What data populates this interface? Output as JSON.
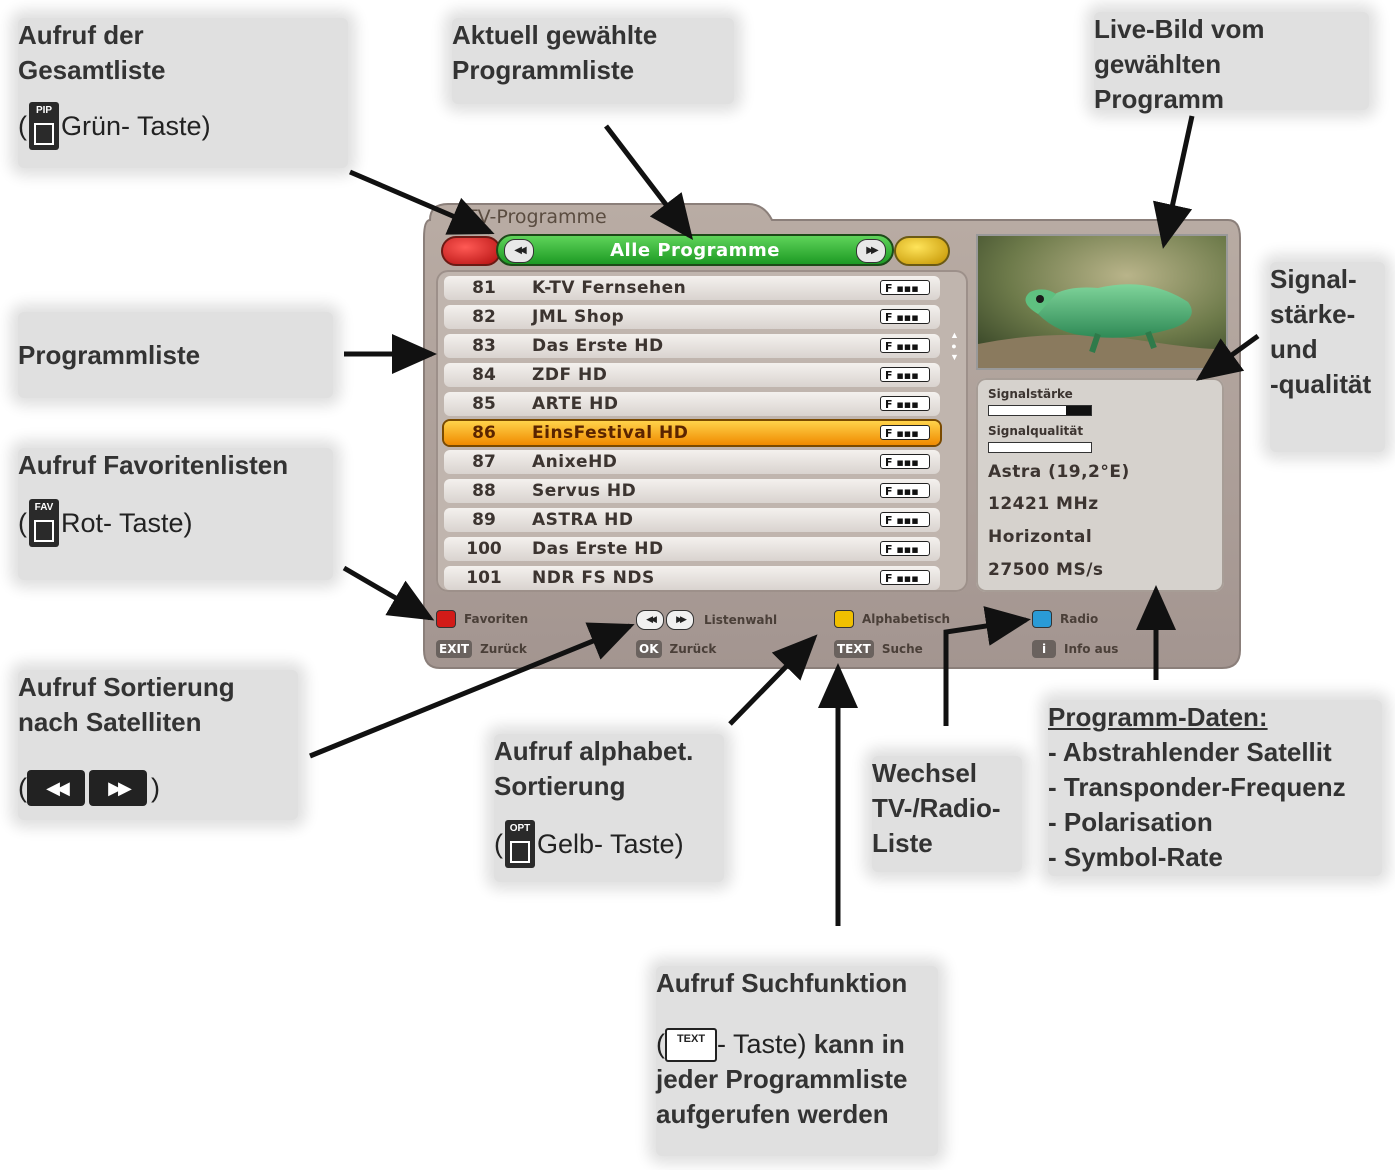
{
  "callouts": {
    "gesamtliste": {
      "line1": "Aufruf der",
      "line2": "Gesamtliste",
      "key_label": "PIP",
      "open": "(",
      "key_text": "Grün- Taste)"
    },
    "aktuelle_liste": {
      "line1": "Aktuell gewählte",
      "line2": "Programmliste"
    },
    "live_bild": {
      "line1": "Live-Bild vom",
      "line2": "gewählten",
      "line3": "Programm"
    },
    "programmliste": {
      "text": "Programmliste"
    },
    "signal": {
      "line1": "Signal-",
      "line2": "stärke-",
      "line3": "und",
      "line4": "-qualität"
    },
    "favoriten": {
      "line1": "Aufruf Favoritenlisten",
      "key_label": "FAV",
      "open": "(",
      "key_text": "Rot- Taste)"
    },
    "sortierung_sat": {
      "line1": "Aufruf Sortierung",
      "line2": "nach Satelliten",
      "open": "(",
      "close": ")"
    },
    "alphabet": {
      "line1": "Aufruf alphabet.",
      "line2": "Sortierung",
      "key_label": "OPT",
      "open": "(",
      "key_text": "Gelb- Taste)"
    },
    "wechsel": {
      "line1": "Wechsel",
      "line2": "TV-/Radio-",
      "line3": "Liste"
    },
    "programm_daten": {
      "heading": "Programm-Daten:",
      "items": [
        "- Abstrahlender Satellit",
        "- Transponder-Frequenz",
        "- Polarisation",
        "- Symbol-Rate"
      ]
    },
    "suche": {
      "line1": "Aufruf Suchfunktion",
      "open": "(",
      "key_label": "TEXT",
      "key_text": "- Taste)",
      "line2_bold": " kann in",
      "line3": "jeder Programmliste",
      "line4": "aufgerufen werden"
    }
  },
  "screen": {
    "title": "TV-Programme",
    "list_name": "Alle Programme",
    "channels": [
      {
        "num": "81",
        "name": "K-TV Fernsehen",
        "badge": "F"
      },
      {
        "num": "82",
        "name": "JML Shop",
        "badge": "F"
      },
      {
        "num": "83",
        "name": "Das Erste HD",
        "badge": "F"
      },
      {
        "num": "84",
        "name": "ZDF HD",
        "badge": "F"
      },
      {
        "num": "85",
        "name": "ARTE HD",
        "badge": "F"
      },
      {
        "num": "86",
        "name": "EinsFestival HD",
        "badge": "F"
      },
      {
        "num": "87",
        "name": "AnixeHD",
        "badge": "F"
      },
      {
        "num": "88",
        "name": "Servus HD",
        "badge": "F"
      },
      {
        "num": "89",
        "name": "ASTRA HD",
        "badge": "F"
      },
      {
        "num": "100",
        "name": "Das Erste HD",
        "badge": "F"
      },
      {
        "num": "101",
        "name": "NDR FS NDS",
        "badge": "F"
      }
    ],
    "selected_index": 5,
    "info": {
      "signal_label": "Signalstärke",
      "signal_level": 0.75,
      "quality_label": "Signalqualität",
      "quality_level": 0.0,
      "satellite": "Astra (19,2°E)",
      "frequency": "12421 MHz",
      "polarisation": "Horizontal",
      "symbol_rate": "27500 MS/s"
    },
    "legend": {
      "favoriten": "Favoriten",
      "listenwahl": "Listenwahl",
      "alphabetisch": "Alphabetisch",
      "radio": "Radio",
      "exit_key": "EXIT",
      "zurueck1": "Zurück",
      "ok_key": "OK",
      "zurueck2": "Zurück",
      "text_key": "TEXT",
      "suche": "Suche",
      "info_key": "i",
      "info_aus": "Info aus"
    },
    "colors": {
      "red": "#d21b18",
      "green": "#2fae2f",
      "yellow": "#f0c000",
      "blue": "#2a9bd6",
      "selected": "#f59a10"
    }
  }
}
